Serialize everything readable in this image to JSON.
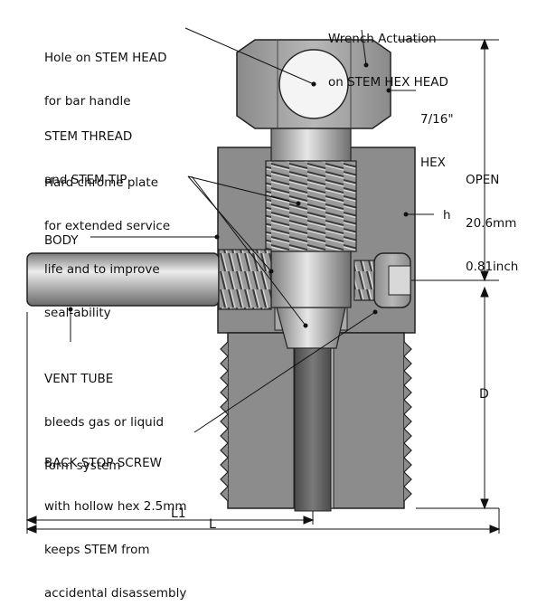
{
  "labels": {
    "stem_head_hole": {
      "line1": "Hole on STEM HEAD",
      "line2": "for bar handle"
    },
    "wrench": {
      "line1": "Wrench Actuation",
      "line2": "on STEM HEX HEAD"
    },
    "hex": {
      "line1": "7/16\"",
      "line2": "HEX"
    },
    "stem_thread": {
      "line1": "STEM THREAD",
      "line2": "and STEM TIP"
    },
    "chrome": {
      "line1": "Hard chrome plate",
      "line2": "for extended service",
      "line3": "life and to improve",
      "line4": "seal-ability"
    },
    "open": {
      "line1": "OPEN",
      "line2": "20.6mm",
      "line3": "0.81inch"
    },
    "h": "h",
    "body": "BODY",
    "vent": {
      "line1": "VENT TUBE",
      "line2": "bleeds gas or liquid",
      "line3": "form system"
    },
    "back_stop": {
      "line1": "BACK STOP SCREW",
      "line2": "with hollow hex 2.5mm",
      "line3": "keeps STEM from",
      "line4": "accidental disassembly"
    }
  },
  "dimensions": {
    "D": "D",
    "L1": "L1",
    "L": "L"
  },
  "icons": [
    "valve-cross-section",
    "stem-hex-head",
    "back-stop-screw",
    "vent-tube"
  ],
  "colors": {
    "body_gray": "#8c8c8c",
    "body_light": "#a9a9a9",
    "hex_gray": "#a0a0a0",
    "stem_dark": "#5e5e5e",
    "line": "#111111"
  }
}
